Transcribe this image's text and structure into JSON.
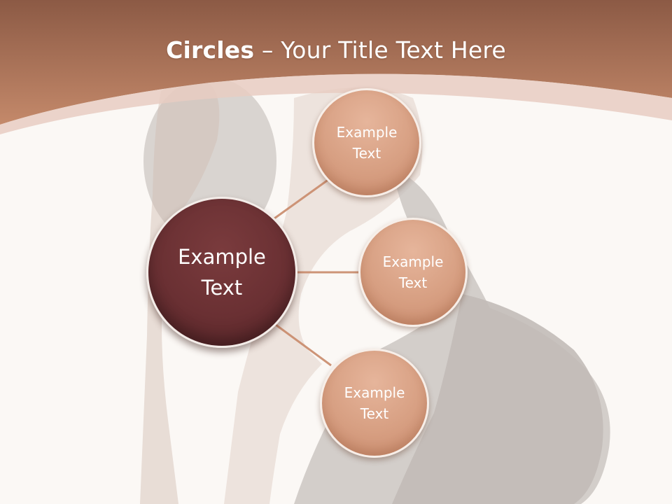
{
  "slide": {
    "title_bold": "Circles",
    "title_rest": " – Your Title Text Here"
  },
  "diagram": {
    "center": {
      "label": "Example\nText"
    },
    "satellites": [
      {
        "label": "Example\nText"
      },
      {
        "label": "Example\nText"
      },
      {
        "label": "Example\nText"
      }
    ]
  },
  "colors": {
    "header": "#b97a5c",
    "center_circle": "#6a3033",
    "satellite_circle": "#d79f82",
    "connector": "#c98a6a",
    "background": "#fbf8f5"
  }
}
